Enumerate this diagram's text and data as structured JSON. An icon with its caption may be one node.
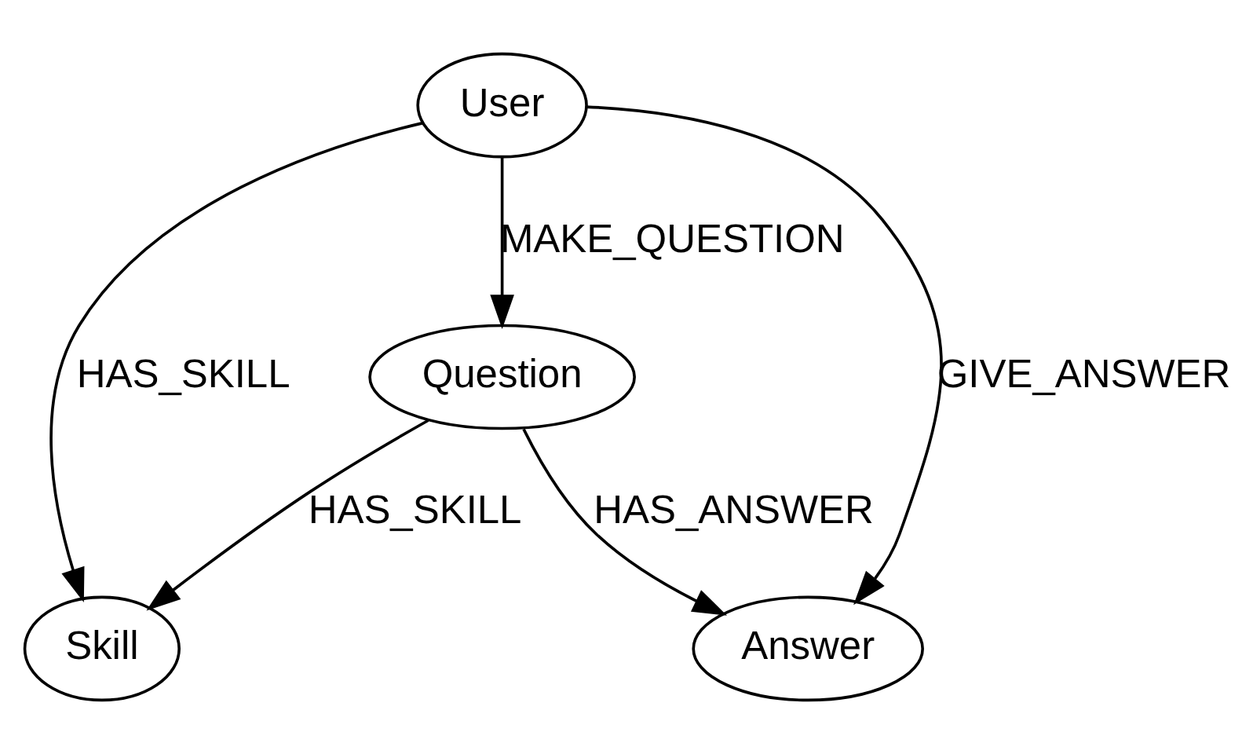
{
  "diagram": {
    "nodes": [
      {
        "text": [
          "User"
        ]
      },
      {
        "text": [
          "Question"
        ]
      },
      {
        "text": [
          "Skill"
        ]
      },
      {
        "text": [
          "Answer"
        ]
      }
    ],
    "edges": [
      {
        "from": 0,
        "to": 2,
        "arrow": "to",
        "label": "HAS_SKILL"
      },
      {
        "from": 0,
        "to": 1,
        "arrow": "to",
        "label": "MAKE_QUESTION"
      },
      {
        "from": 0,
        "to": 3,
        "arrow": "to",
        "label": "GIVE_ANSWER"
      },
      {
        "from": 1,
        "to": 2,
        "arrow": "to",
        "label": "HAS_SKILL"
      },
      {
        "from": 1,
        "to": 3,
        "arrow": "to",
        "label": "HAS_ANSWER"
      }
    ]
  }
}
